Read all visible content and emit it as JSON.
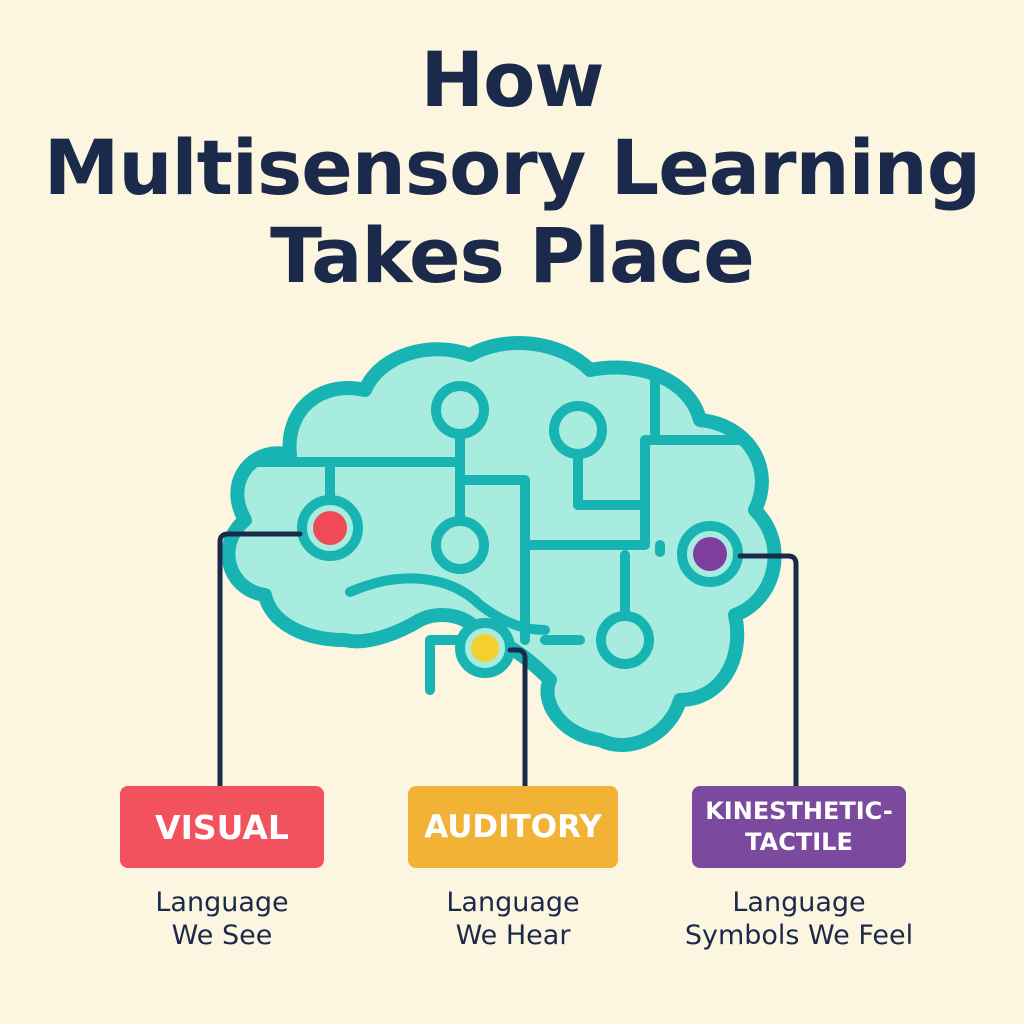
{
  "title": {
    "line1": "How",
    "line2": "Multisensory Learning",
    "line3": "Takes Place"
  },
  "colors": {
    "background": "#fcf6e0",
    "brain_fill": "#a8ecdf",
    "brain_stroke": "#18b3b3",
    "title": "#1b2a4a",
    "visual": "#f2525d",
    "auditory": "#f2b236",
    "kinesthetic": "#7b4a9e",
    "node_red": "#ef4a56",
    "node_yellow": "#f5cf2e",
    "node_purple": "#7e3e9e"
  },
  "brain_icon": "brain-circuit-icon",
  "modalities": [
    {
      "label_lines": [
        "VISUAL"
      ],
      "caption_lines": [
        "Language",
        "We See"
      ]
    },
    {
      "label_lines": [
        "AUDITORY"
      ],
      "caption_lines": [
        "Language",
        "We Hear"
      ]
    },
    {
      "label_lines": [
        "KINESTHETIC-",
        "TACTILE"
      ],
      "caption_lines": [
        "Language",
        "Symbols We Feel"
      ]
    }
  ]
}
